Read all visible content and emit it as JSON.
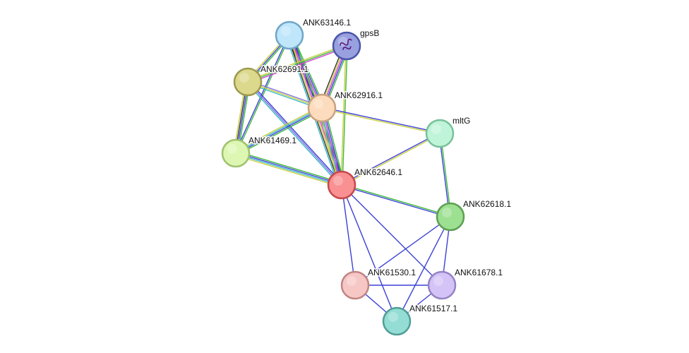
{
  "network": {
    "nodes": [
      {
        "id": "ANK63146.1",
        "label": "ANK63146.1",
        "fill": "#bfe6fb",
        "stroke": "#6fa6c8"
      },
      {
        "id": "gpsB",
        "label": "gpsB",
        "fill": "#98a0e0",
        "stroke": "#4a56a8",
        "has_structure_icon": true
      },
      {
        "id": "ANK62691.1",
        "label": "ANK62691.1",
        "fill": "#dcd98d",
        "stroke": "#9e9a4e"
      },
      {
        "id": "ANK62916.1",
        "label": "ANK62916.1",
        "fill": "#fcdcbd",
        "stroke": "#c9a27f"
      },
      {
        "id": "mltG",
        "label": "mltG",
        "fill": "#c0f4d8",
        "stroke": "#78c29a"
      },
      {
        "id": "ANK61469.1",
        "label": "ANK61469.1",
        "fill": "#ddf7b2",
        "stroke": "#9fc270"
      },
      {
        "id": "ANK62646.1",
        "label": "ANK62646.1",
        "fill": "#f99092",
        "stroke": "#c4484b"
      },
      {
        "id": "ANK62618.1",
        "label": "ANK62618.1",
        "fill": "#9de091",
        "stroke": "#5c9f52"
      },
      {
        "id": "ANK61530.1",
        "label": "ANK61530.1",
        "fill": "#f7c7c6",
        "stroke": "#c08583"
      },
      {
        "id": "ANK61678.1",
        "label": "ANK61678.1",
        "fill": "#d3c3f7",
        "stroke": "#9683c4"
      },
      {
        "id": "ANK61517.1",
        "label": "ANK61517.1",
        "fill": "#94ddd5",
        "stroke": "#4f9e95"
      }
    ],
    "evidence_colors": {
      "green": "#3cb93c",
      "blue": "#3b40d6",
      "magenta": "#d23fd2",
      "yellow": "#c8cf3d",
      "cyan": "#35b7c7",
      "purple": "#7f6fe0",
      "black": "#333333"
    },
    "edges": [
      {
        "source": "ANK63146.1",
        "target": "ANK62916.1",
        "channels": [
          "green",
          "blue",
          "magenta",
          "yellow",
          "black"
        ]
      },
      {
        "source": "ANK63146.1",
        "target": "ANK62646.1",
        "channels": [
          "green",
          "blue",
          "magenta",
          "yellow",
          "black",
          "cyan"
        ]
      },
      {
        "source": "ANK63146.1",
        "target": "ANK62691.1",
        "channels": [
          "green",
          "blue",
          "yellow"
        ]
      },
      {
        "source": "ANK63146.1",
        "target": "ANK61469.1",
        "channels": [
          "green",
          "blue"
        ]
      },
      {
        "source": "gpsB",
        "target": "ANK62691.1",
        "channels": [
          "magenta",
          "green",
          "yellow"
        ]
      },
      {
        "source": "gpsB",
        "target": "ANK62916.1",
        "channels": [
          "green",
          "blue",
          "magenta",
          "yellow",
          "black"
        ]
      },
      {
        "source": "gpsB",
        "target": "ANK62646.1",
        "channels": [
          "green",
          "yellow"
        ]
      },
      {
        "source": "ANK62691.1",
        "target": "ANK62916.1",
        "channels": [
          "purple",
          "yellow",
          "cyan"
        ]
      },
      {
        "source": "ANK62691.1",
        "target": "ANK61469.1",
        "channels": [
          "green",
          "blue",
          "black",
          "yellow"
        ]
      },
      {
        "source": "ANK62691.1",
        "target": "ANK62646.1",
        "channels": [
          "blue",
          "purple",
          "cyan"
        ]
      },
      {
        "source": "ANK62916.1",
        "target": "ANK61469.1",
        "channels": [
          "green",
          "blue",
          "cyan",
          "yellow"
        ]
      },
      {
        "source": "ANK62916.1",
        "target": "ANK62646.1",
        "channels": [
          "green",
          "blue",
          "magenta",
          "cyan",
          "yellow"
        ]
      },
      {
        "source": "ANK62916.1",
        "target": "mltG",
        "channels": [
          "blue",
          "yellow"
        ]
      },
      {
        "source": "ANK61469.1",
        "target": "ANK62646.1",
        "channels": [
          "green",
          "blue",
          "cyan",
          "yellow"
        ]
      },
      {
        "source": "ANK62646.1",
        "target": "mltG",
        "channels": [
          "blue",
          "yellow"
        ]
      },
      {
        "source": "ANK62646.1",
        "target": "ANK62618.1",
        "channels": [
          "green",
          "blue"
        ]
      },
      {
        "source": "ANK62646.1",
        "target": "ANK61530.1",
        "channels": [
          "blue"
        ]
      },
      {
        "source": "ANK62646.1",
        "target": "ANK61678.1",
        "channels": [
          "blue"
        ]
      },
      {
        "source": "ANK62646.1",
        "target": "ANK61517.1",
        "channels": [
          "blue"
        ]
      },
      {
        "source": "mltG",
        "target": "ANK62618.1",
        "channels": [
          "green",
          "blue"
        ]
      },
      {
        "source": "ANK62618.1",
        "target": "ANK61530.1",
        "channels": [
          "blue"
        ]
      },
      {
        "source": "ANK62618.1",
        "target": "ANK61678.1",
        "channels": [
          "blue"
        ]
      },
      {
        "source": "ANK62618.1",
        "target": "ANK61517.1",
        "channels": [
          "blue"
        ]
      },
      {
        "source": "ANK61530.1",
        "target": "ANK61678.1",
        "channels": [
          "blue"
        ]
      },
      {
        "source": "ANK61530.1",
        "target": "ANK61517.1",
        "channels": [
          "blue"
        ]
      },
      {
        "source": "ANK61678.1",
        "target": "ANK61517.1",
        "channels": [
          "blue"
        ]
      }
    ]
  }
}
